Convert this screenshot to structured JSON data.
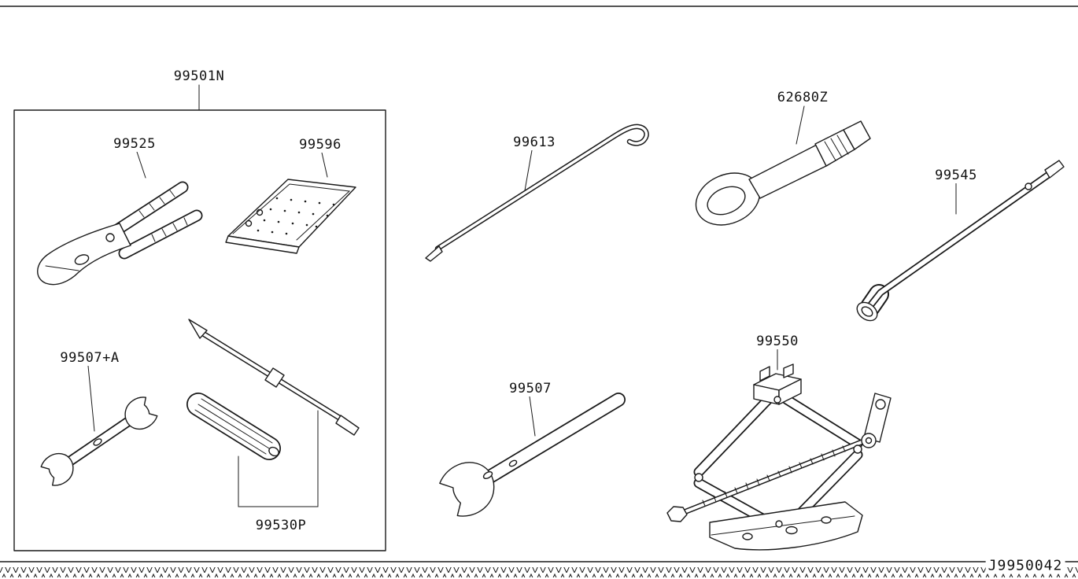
{
  "page": {
    "drawing_number": "J9950042"
  },
  "labels": {
    "tool_kit": "99501N",
    "pliers": "99525",
    "tool_pouch": "99596",
    "wrench_plus_a": "99507+A",
    "screwdriver_set": "99530P",
    "jack_rod": "99613",
    "tow_hook": "62680Z",
    "lug_wrench": "99545",
    "wrench": "99507",
    "jack": "99550"
  },
  "colors": {
    "line": "#1a1a1a",
    "background": "#ffffff"
  }
}
